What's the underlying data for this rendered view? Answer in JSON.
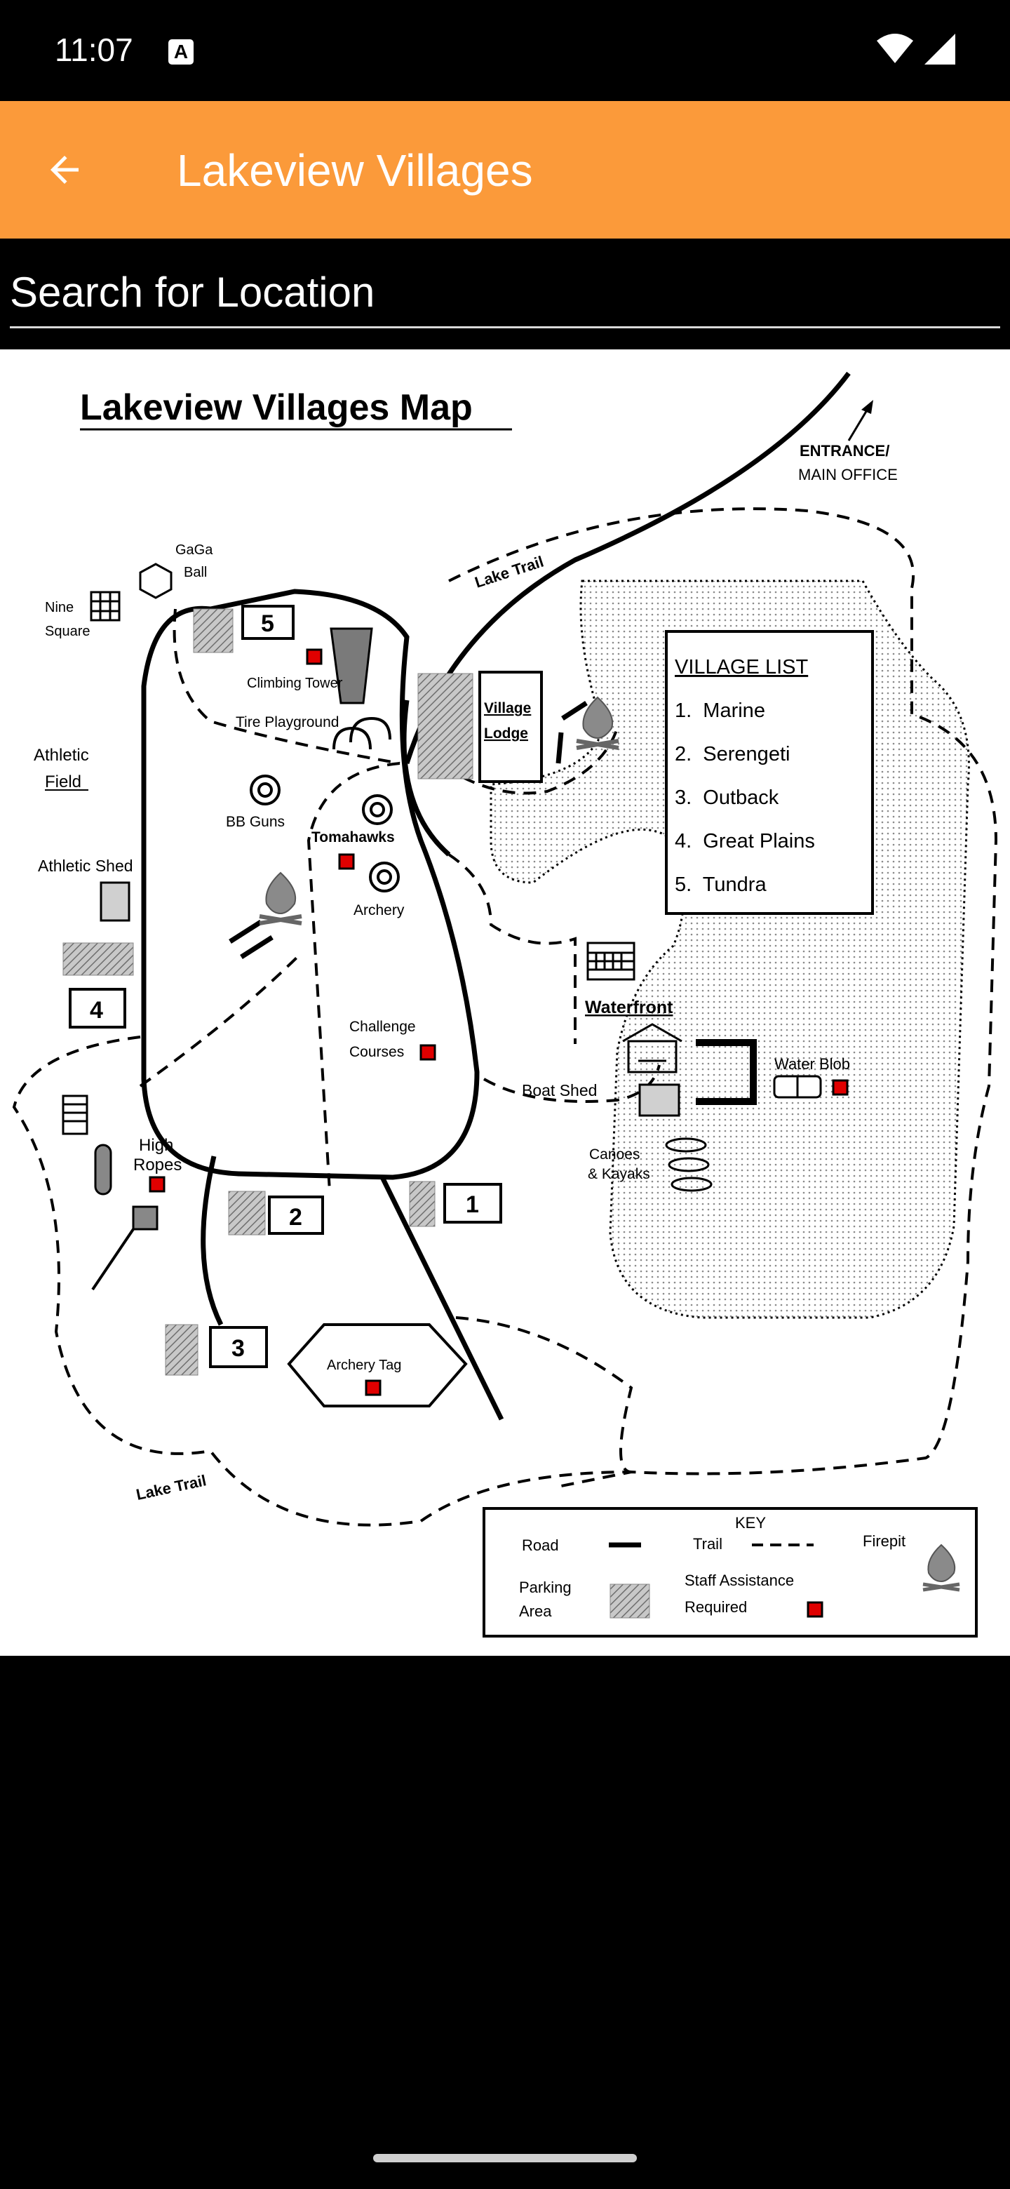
{
  "status_bar": {
    "time": "11:07",
    "notification_icon": "a-icon",
    "wifi_icon": "wifi-icon",
    "signal_icon": "signal-icon"
  },
  "app_bar": {
    "title": "Lakeview Villages",
    "back_icon": "arrow-left-icon",
    "color": "#fb9a3a"
  },
  "search": {
    "placeholder": "Search for Location",
    "value": ""
  },
  "map": {
    "title": "Lakeview Villages Map",
    "entrance_line1": "ENTRANCE/",
    "entrance_line2": "MAIN OFFICE",
    "lake_trail_top": "Lake Trail",
    "lake_trail_bottom": "Lake Trail",
    "gaga_line1": "GaGa",
    "gaga_line2": "Ball",
    "nine_line1": "Nine",
    "nine_line2": "Square",
    "athletic_field_line1": "Athletic",
    "athletic_field_line2": "Field",
    "athletic_shed": "Athletic Shed",
    "climbing_tower": "Climbing Tower",
    "tire_playground": "Tire Playground",
    "bb_guns": "BB Guns",
    "tomahawks": "Tomahawks",
    "archery": "Archery",
    "challenge_line1": "Challenge",
    "challenge_line2": "Courses",
    "village_lodge_line1": "Village",
    "village_lodge_line2": "Lodge",
    "waterfront": "Waterfront",
    "boat_shed": "Boat Shed",
    "water_blob": "Water Blob",
    "canoes_line1": "Canoes",
    "canoes_line2": "& Kayaks",
    "high_ropes_line1": "High",
    "high_ropes_line2": "Ropes",
    "archery_tag": "Archery Tag",
    "village_list": {
      "title": "VILLAGE LIST",
      "items": [
        "1.  Marine",
        "2.  Serengeti",
        "3.  Outback",
        "4.  Great Plains",
        "5.  Tundra"
      ]
    },
    "parking_numbers": [
      "1",
      "2",
      "3",
      "4",
      "5"
    ],
    "key": {
      "title": "KEY",
      "road": "Road",
      "trail": "Trail",
      "firepit": "Firepit",
      "parking_line1": "Parking",
      "parking_line2": "Area",
      "staff_line1": "Staff Assistance",
      "staff_line2": "Required"
    }
  }
}
